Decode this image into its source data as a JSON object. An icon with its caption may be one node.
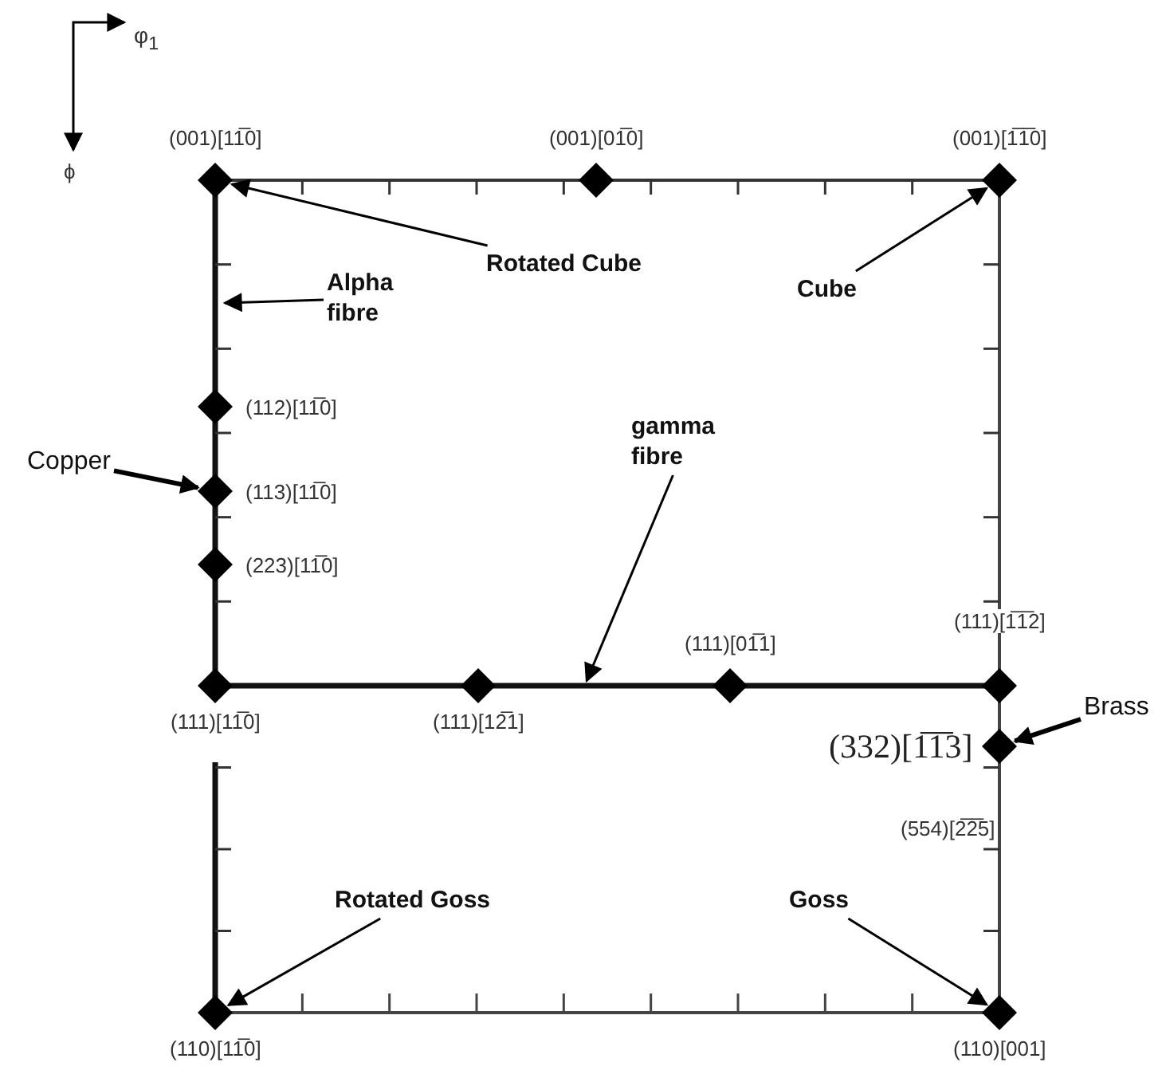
{
  "diagram": {
    "nodes": [
      {
        "text": [
          "(001)[11̅0]"
        ]
      },
      {
        "text": [
          "(001)[01̅0]"
        ]
      },
      {
        "text": [
          "(001)[1̅1̅0]"
        ]
      },
      {
        "text": [
          "(112)[11̅0]"
        ]
      },
      {
        "text": [
          "(113)[11̅0]"
        ]
      },
      {
        "text": [
          "(223)[11̅0]"
        ]
      },
      {
        "text": [
          "(111)[11̅0]"
        ]
      },
      {
        "text": [
          "(111)[12̅1]"
        ]
      },
      {
        "text": [
          "(111)[01̅1]"
        ]
      },
      {
        "text": [
          "(111)[1̅1̅2]"
        ]
      },
      {
        "text": [
          "(332)[1̅1̅3]"
        ]
      },
      {
        "text": [
          "(110)[11̅0]"
        ]
      },
      {
        "text": [
          "(110)[001]"
        ]
      },
      {
        "text": [
          "Rotated Cube"
        ]
      },
      {
        "text": [
          "Cube"
        ]
      },
      {
        "text": [
          "Alpha fibre"
        ]
      },
      {
        "text": [
          "Copper"
        ]
      },
      {
        "text": [
          "gamma fibre"
        ]
      },
      {
        "text": [
          "Brass"
        ]
      },
      {
        "text": [
          "Rotated Goss"
        ]
      },
      {
        "text": [
          "Goss"
        ]
      }
    ],
    "edges": [
      {
        "from": 13,
        "to": 0,
        "arrow": "to"
      },
      {
        "from": 14,
        "to": 2,
        "arrow": "to"
      },
      {
        "from": 15,
        "to": null,
        "arrow": "to"
      },
      {
        "from": 16,
        "to": 4,
        "arrow": "to",
        "style": "thick"
      },
      {
        "from": 17,
        "to": null,
        "arrow": "to"
      },
      {
        "from": 18,
        "to": 10,
        "arrow": "to",
        "style": "thick"
      },
      {
        "from": 19,
        "to": 11,
        "arrow": "to"
      },
      {
        "from": 20,
        "to": 12,
        "arrow": "to"
      }
    ],
    "labels": [
      "φ$_{1}$",
      "ϕ",
      "(554)[2̅2̅5]"
    ]
  }
}
